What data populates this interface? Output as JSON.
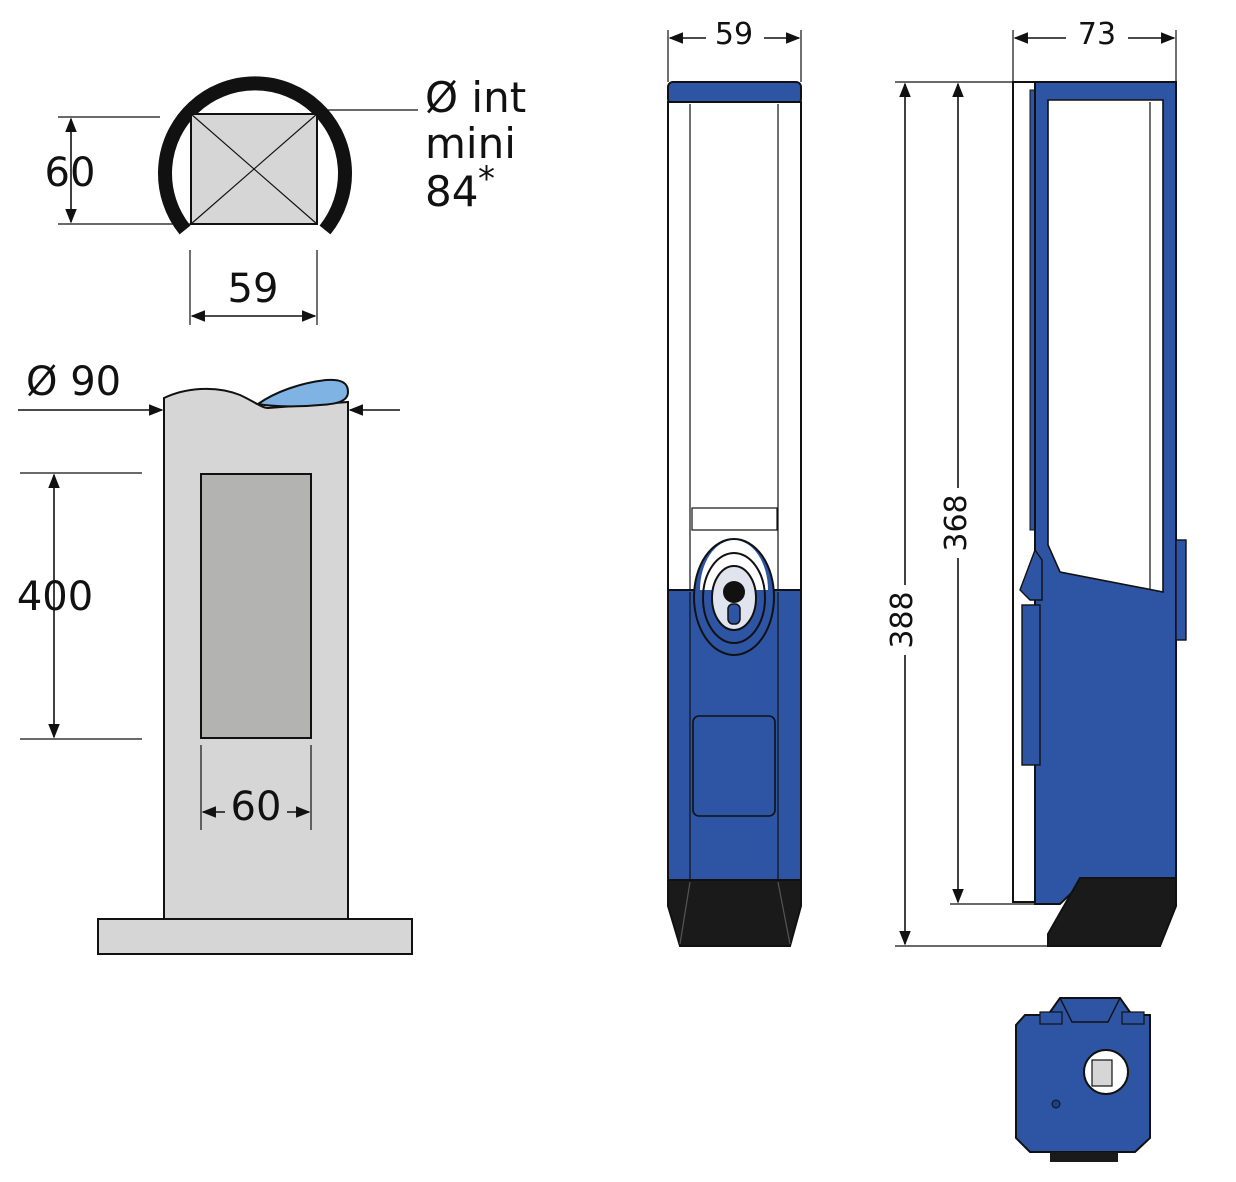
{
  "colors": {
    "blue": "#2e55a4",
    "blue_dark": "#1d3f86",
    "grey_post": "#d6d6d6",
    "grey_window": "#b3b3b1",
    "black_base": "#1a1a1a",
    "light_blue_cap": "#7fb3e3"
  },
  "post_detail": {
    "height_label": "60",
    "width_label": "59",
    "diameter_text_line1": "Ø int",
    "diameter_text_line2": "mini",
    "diameter_text_line3": "84",
    "diameter_asterisk": "*"
  },
  "post_elevation": {
    "diameter_label": "Ø 90",
    "window_height_label": "400",
    "window_width_label": "60"
  },
  "front_view": {
    "width_label": "59"
  },
  "side_view": {
    "depth_label": "73",
    "height_total_label": "388",
    "height_inner_label": "368"
  }
}
